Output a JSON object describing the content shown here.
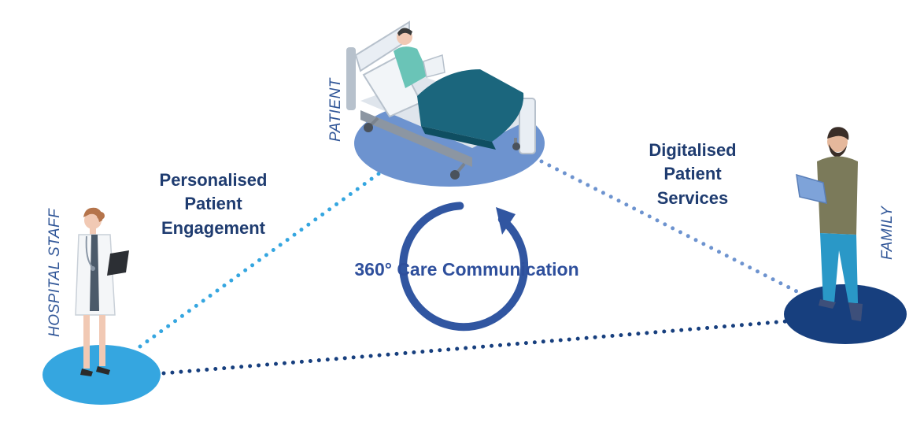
{
  "roles": {
    "patient": "PATIENT",
    "hospital_staff": "HOSPITAL STAFF",
    "family": "FAMILY"
  },
  "links": {
    "engagement": [
      "Personalised",
      "Patient",
      "Engagement"
    ],
    "services": [
      "Digitalised",
      "Patient",
      "Services"
    ]
  },
  "center": {
    "label": "360° Care Communication"
  },
  "colors": {
    "patient_platform": "#6d93cf",
    "staff_platform": "#35a6e0",
    "family_platform": "#173f7e",
    "staff_link": "#35a6e0",
    "family_link": "#6d93cf",
    "bottom_link": "#173f7e",
    "cycle_arrow": "#3156a1",
    "text_dark": "#1f3c70"
  },
  "icons": {
    "patient": "patient-in-bed-icon",
    "staff": "doctor-with-clipboard-icon",
    "family": "man-with-laptop-icon",
    "cycle": "circular-arrow-icon"
  }
}
